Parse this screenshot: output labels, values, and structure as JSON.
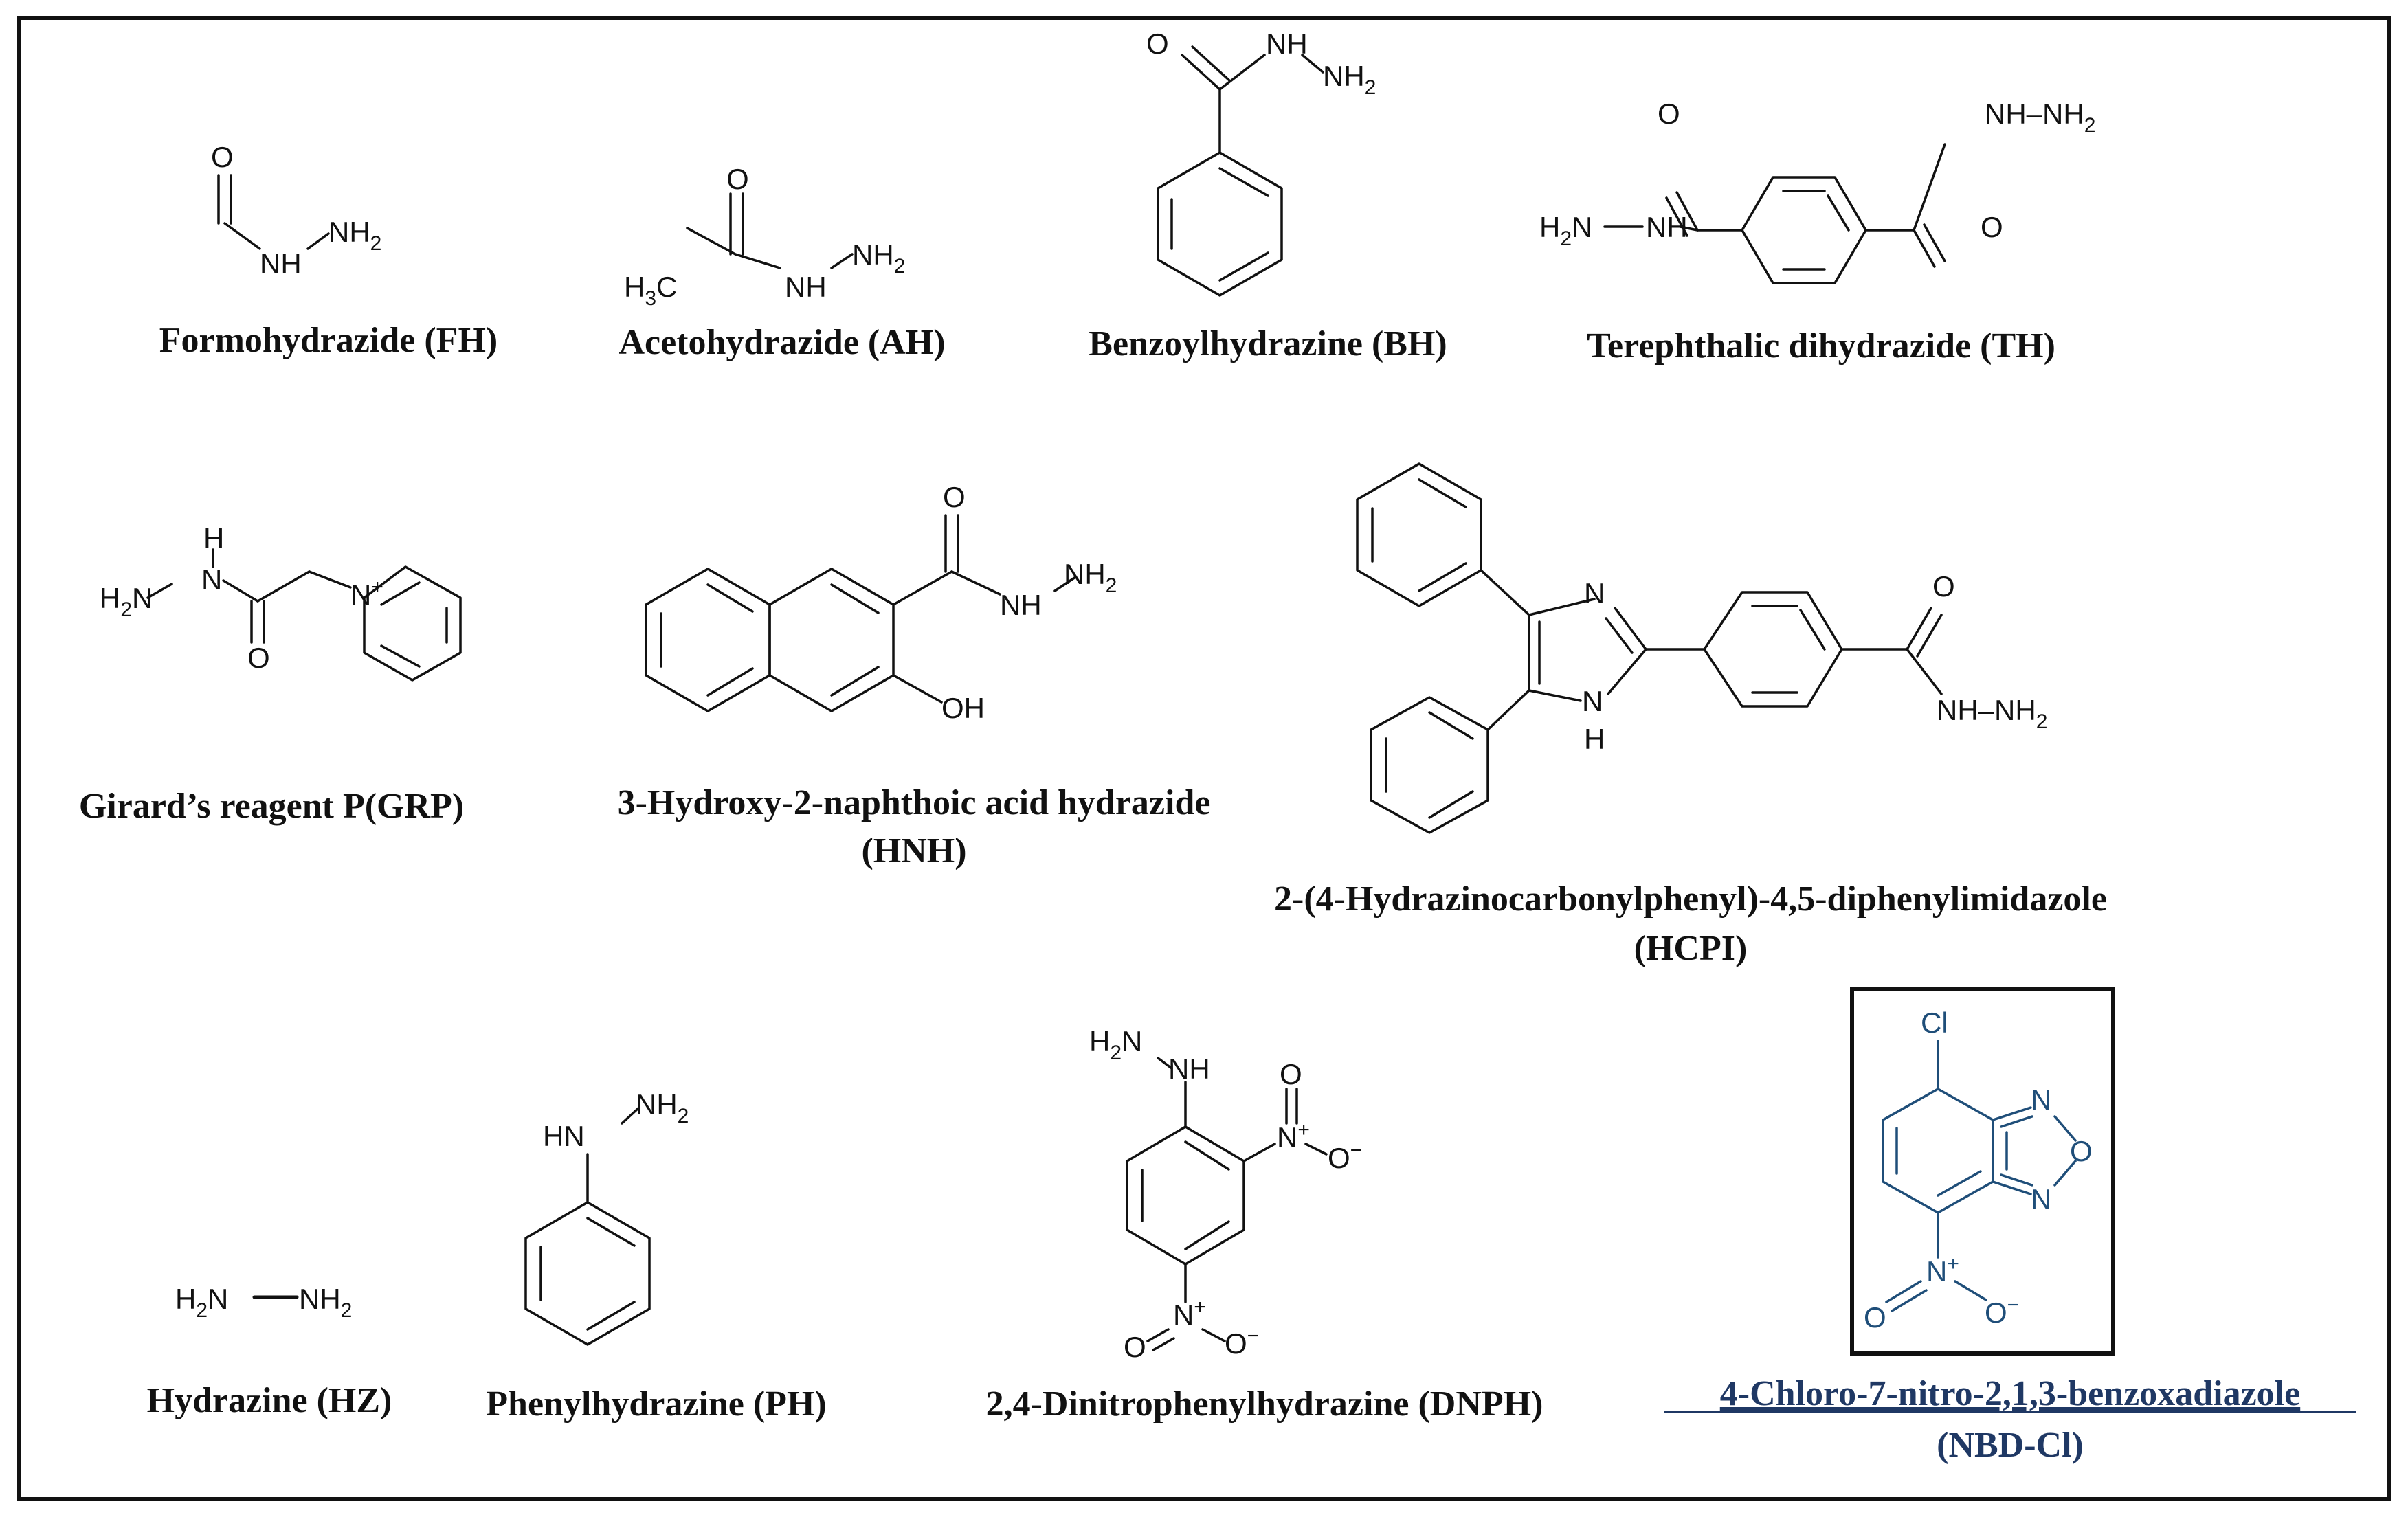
{
  "compounds": [
    {
      "label": "Formohydrazide (FH)"
    },
    {
      "label": "Acetohydrazide (AH)"
    },
    {
      "label": "Benzoylhydrazine (BH)"
    },
    {
      "label": "Terephthalic dihydrazide (TH)"
    },
    {
      "label": "Girard’s reagent P(GRP)"
    },
    {
      "label": "3-Hydroxy-2-naphthoic acid hydrazide",
      "label2": "(HNH)"
    },
    {
      "label": "2-(4-Hydrazinocarbonylphenyl)-4,5-diphenylimidazole",
      "label2": "(HCPI)"
    },
    {
      "label": "Hydrazine (HZ)"
    },
    {
      "label": "Phenylhydrazine (PH)"
    },
    {
      "label": "2,4-Dinitrophenylhydrazine (DNPH)"
    },
    {
      "label": "4-Chloro-7-nitro-2,1,3-benzoxadiazole",
      "label2": "(NBD-Cl)"
    }
  ],
  "atoms": {
    "O": "O",
    "NH": "NH",
    "N": "N",
    "H": "H",
    "HN": "HN",
    "NH2": "NH",
    "H2N": "H",
    "sub2": "2",
    "N_plus": "+",
    "O_minus": "−",
    "OH": "OH",
    "Cl": "Cl",
    "H3C": "H",
    "sub3": "3",
    "C": "C",
    "NHdash": "NH–NH",
    "H2Ndash": "H"
  },
  "colors": {
    "text": "#111111",
    "highlight_label": "#1f3864",
    "highlight_structure": "#1f4e79"
  }
}
